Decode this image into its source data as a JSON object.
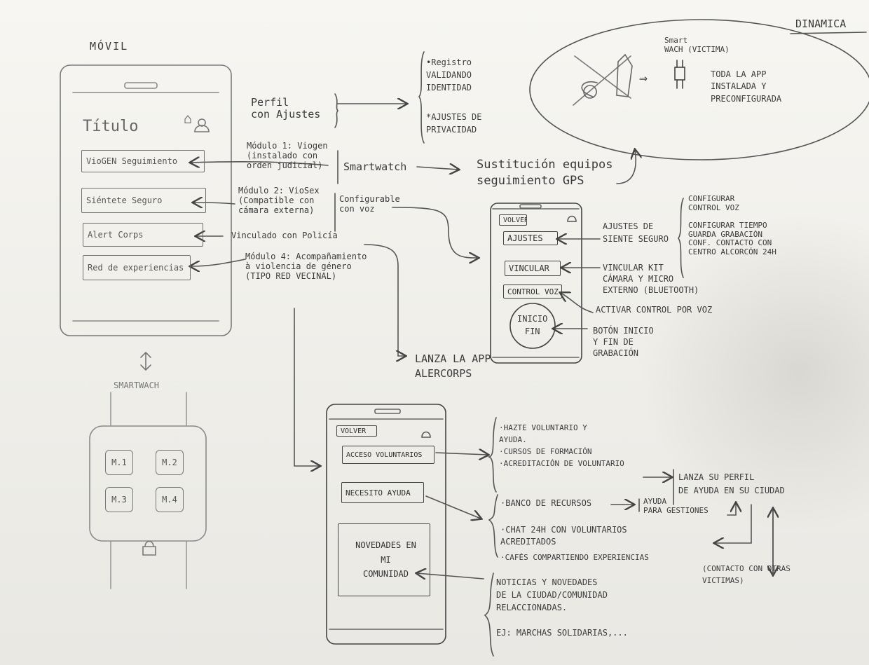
{
  "header": {
    "dinamica": "DINAMICA",
    "movil": "MÓVIL"
  },
  "main_phone": {
    "titulo": "Título",
    "buttons": [
      "VioGEN Seguimiento",
      "Siéntete Seguro",
      "Alert Corps",
      "Red de experiencias"
    ]
  },
  "annotations": {
    "perfil": "Perfil\ncon Ajustes",
    "perfil_items": [
      "•Registro\nVALIDANDO\nIDENTIDAD",
      "*AJUSTES DE\nPRIVACIDAD"
    ],
    "modulo1": "Módulo 1: Viogen\n(instalado con\norden judicial)",
    "smartwatch": "Smartwatch",
    "sustitucion": "Sustitución equipos\nseguimiento GPS",
    "modulo2": "Módulo 2: VioSex\n(Compatible con\ncámara externa)",
    "configurable": "Configurable\ncon voz",
    "modulo3": "Vinculado con Policía",
    "modulo4": "Módulo 4: Acompañamiento\nà violencia de género\n(TIPO RED VECINAL)",
    "lanza": "LANZA LA APP\nALERCORPS"
  },
  "bubble": {
    "watch_label": "Smart\nWACH (VICTIMA)",
    "arrow": "⇒",
    "text": "TODA LA APP\nINSTALADA Y\nPRECONFIGURADA"
  },
  "smartwatch": {
    "label": "SMARTWACH",
    "modules": [
      "M.1",
      "M.2",
      "M.3",
      "M.4"
    ]
  },
  "phone2": {
    "volver": "VOLVER",
    "buttons": [
      "AJUSTES",
      "VINCULAR",
      "CONTROL VOZ"
    ],
    "circle": "INICIO\nFIN",
    "notes": {
      "ajustes": "AJUSTES DE\nSIENTE SEGURO",
      "ajustes_items": "CONFIGURAR\nCONTROL VOZ\n\nCONFIGURAR TIEMPO\nGUARDA GRABACIÓN\nCONF. CONTACTO CON\nCENTRO ALCORCÓN 24H",
      "vincular": "VINCULAR KIT\nCÁMARA Y MICRO\nEXTERNO (BLUETOOTH)",
      "control": "ACTIVAR CONTROL POR VOZ",
      "circle": "BOTÓN INICIO\nY FIN DE\nGRABACIÓN"
    }
  },
  "phone3": {
    "volver": "VOLVER",
    "buttons": [
      "ACCESO VOLUNTARIOS",
      "NECESITO AYUDA"
    ],
    "novedades": "NOVEDADES EN\nMI\nCOMUNIDAD",
    "notes": {
      "acceso": "·HAZTE VOLUNTARIO Y\nAYUDA.\n·CURSOS DE FORMACIÓN\n·ACREDITACIÓN DE VOLUNTARIO",
      "lanza_perfil": "LANZA SU PERFIL\nDE AYUDA EN SU CIUDAD",
      "banco": "·BANCO DE RECURSOS",
      "ayuda": "AYUDA\nPARA GESTIONES",
      "chat": "·CHAT 24H CON VOLUNTARIOS\nACREDITADOS",
      "cafes": "·CAFÉS COMPARTIENDO EXPERIENCIAS",
      "contacto": "(CONTACTO CON OTRAS\nVICTIMAS)",
      "noticias": "NOTICIAS Y NOVEDADES\nDE LA CIUDAD/COMUNIDAD\nRELACCIONADAS.\n\nEJ: MARCHAS SOLIDARIAS,..."
    }
  }
}
